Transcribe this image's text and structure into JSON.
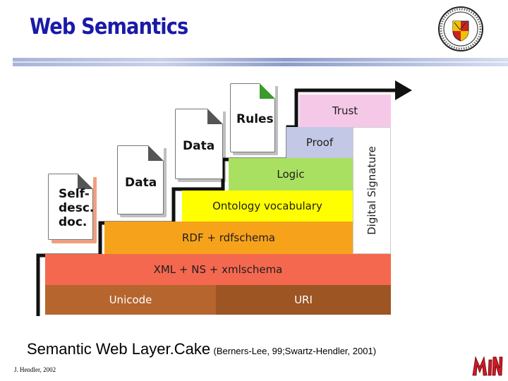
{
  "slide": {
    "title": "Web Semantics",
    "author_footer": "J. Hendler, 2002"
  },
  "caption": {
    "main": "Semantic Web Layer.Cake",
    "citation": "(Berners-Lee, 99;Swartz-Hendler, 2001)"
  },
  "logos": {
    "seal": "university-seal-icon",
    "mind": "mind-logo-icon"
  },
  "layers": {
    "unicode": "Unicode",
    "uri": "URI",
    "xml": "XML + NS + xmlschema",
    "rdf": "RDF + rdfschema",
    "ontology": "Ontology vocabulary",
    "logic": "Logic",
    "proof": "Proof",
    "trust": "Trust",
    "digital_signature": "Digital Signature"
  },
  "documents": {
    "self_desc": [
      "Self-",
      "desc.",
      "doc."
    ],
    "data_1": "Data",
    "data_2": "Data",
    "rules": "Rules"
  },
  "colors": {
    "title": "#1a1aa8",
    "unicode": "#b5652d",
    "uri": "#9c5523",
    "xml": "#f4684f",
    "rdf": "#f7a21b",
    "ontology": "#ffff00",
    "logic": "#a9e061",
    "proof": "#c3c8e6",
    "trust": "#f6c8e8",
    "signature": "#ffffff"
  }
}
